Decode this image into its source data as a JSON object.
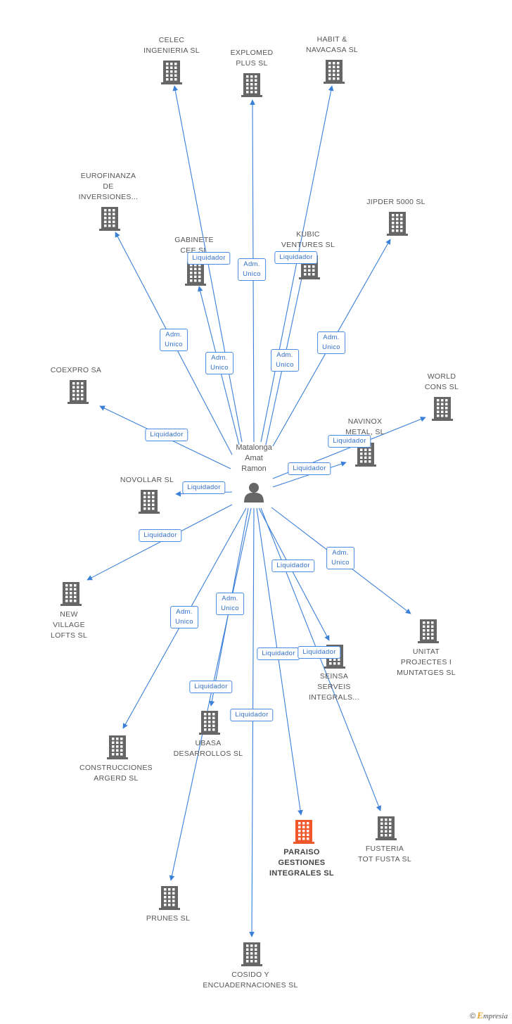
{
  "diagram": {
    "person": {
      "name": "Matalonga\nAmat\nRamon",
      "icon": "person-icon"
    },
    "colors": {
      "edge": "#3a7fd8",
      "building": "#666666",
      "focus_building": "#f0572a"
    },
    "companies": [
      {
        "id": "celec",
        "label": "CELEC\nINGENIERIA SL",
        "icon": "building-icon"
      },
      {
        "id": "explomed",
        "label": "EXPLOMED\nPLUS SL",
        "icon": "building-icon"
      },
      {
        "id": "habit",
        "label": "HABIT &\nNAVACASA SL",
        "icon": "building-icon"
      },
      {
        "id": "eurofinanza",
        "label": "EUROFINANZA\nDE\nINVERSIONES...",
        "icon": "building-icon"
      },
      {
        "id": "jipder",
        "label": "JIPDER 5000 SL",
        "icon": "building-icon"
      },
      {
        "id": "gabinete",
        "label": "GABINETE\nCEE SL",
        "icon": "building-icon"
      },
      {
        "id": "kubic",
        "label": "KUBIC\nVENTURES SL",
        "icon": "building-icon"
      },
      {
        "id": "coexpro",
        "label": "COEXPRO SA",
        "icon": "building-icon"
      },
      {
        "id": "world",
        "label": "WORLD\nCONS SL",
        "icon": "building-icon"
      },
      {
        "id": "navinox",
        "label": "NAVINOX\nMETAL, SL",
        "icon": "building-icon"
      },
      {
        "id": "novollar",
        "label": "NOVOLLAR SL",
        "icon": "building-icon"
      },
      {
        "id": "newvillage",
        "label": "NEW\nVILLAGE\nLOFTS SL",
        "icon": "building-icon"
      },
      {
        "id": "unitat",
        "label": "UNITAT\nPROJECTES I\nMUNTATGES SL",
        "icon": "building-icon"
      },
      {
        "id": "seinsa",
        "label": "SEINSA\nSERVEIS\nINTEGRALS...",
        "icon": "building-icon"
      },
      {
        "id": "ubasa",
        "label": "UBASA\nDESARROLLOS SL",
        "icon": "building-icon"
      },
      {
        "id": "construcciones",
        "label": "CONSTRUCCIONES\nARGERD SL",
        "icon": "building-icon"
      },
      {
        "id": "paraiso",
        "label": "PARAISO\nGESTIONES\nINTEGRALES SL",
        "icon": "building-icon",
        "focus": true
      },
      {
        "id": "fusteria",
        "label": "FUSTERIA\nTOT FUSTA SL",
        "icon": "building-icon"
      },
      {
        "id": "prunes",
        "label": "PRUNES SL",
        "icon": "building-icon"
      },
      {
        "id": "cosido",
        "label": "COSIDO Y\nENCUADERNACIONES SL",
        "icon": "building-icon"
      }
    ],
    "edges": [
      {
        "to": "celec",
        "role": "Liquidador"
      },
      {
        "to": "explomed",
        "role": "Adm.\nUnico"
      },
      {
        "to": "habit",
        "role": "Liquidador"
      },
      {
        "to": "eurofinanza",
        "role": "Adm.\nUnico"
      },
      {
        "to": "gabinete",
        "role": "Adm.\nUnico"
      },
      {
        "to": "kubic",
        "role": "Adm.\nUnico"
      },
      {
        "to": "jipder",
        "role": "Adm.\nUnico"
      },
      {
        "to": "coexpro",
        "role": "Liquidador"
      },
      {
        "to": "world",
        "role": "Liquidador"
      },
      {
        "to": "navinox",
        "role": "Liquidador"
      },
      {
        "to": "novollar",
        "role": "Liquidador"
      },
      {
        "to": "newvillage",
        "role": "Liquidador"
      },
      {
        "to": "unitat",
        "role": "Adm.\nUnico"
      },
      {
        "to": "seinsa",
        "role": "Liquidador"
      },
      {
        "to": "construcciones",
        "role": "Adm.\nUnico"
      },
      {
        "to": "ubasa",
        "role": "Adm.\nUnico"
      },
      {
        "to": "paraiso",
        "role": "Liquidador"
      },
      {
        "to": "fusteria",
        "role": "Liquidador"
      },
      {
        "to": "prunes",
        "role": "Liquidador"
      },
      {
        "to": "cosido",
        "role": "Liquidador"
      }
    ]
  },
  "footer": {
    "copyright": "©",
    "brand_initial": "E",
    "brand_rest": "mpresia"
  }
}
